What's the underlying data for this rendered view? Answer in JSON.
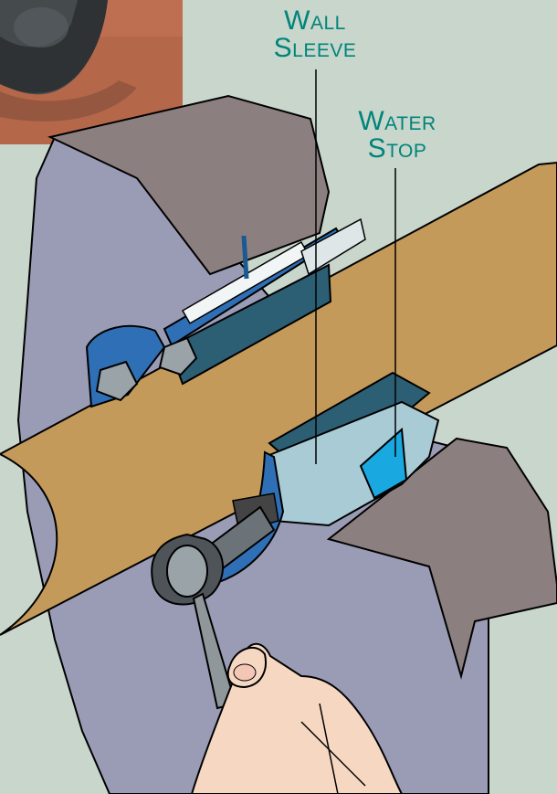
{
  "labels": {
    "wall_sleeve": {
      "line1": "Wall",
      "line2": "Sleeve"
    },
    "water_stop": {
      "line1": "Water",
      "line2": "Stop"
    }
  },
  "colors": {
    "background": "#c8d6cc",
    "label": "#00847a",
    "wall_face": "#9a9cb6",
    "wall_top": "#8c7f80",
    "pipe": "#c49a5a",
    "sleeve_blue": "#2f6fb6",
    "sleeve_dark": "#2c5e74",
    "water_stop": "#1aa8e0",
    "bolt": "#9aa3a8",
    "skin": "#f6d8c2",
    "photo_bg": "#b5674a"
  },
  "icons": [
    "wrench-icon",
    "bolt-icon",
    "hand-icon",
    "pipe-icon"
  ]
}
